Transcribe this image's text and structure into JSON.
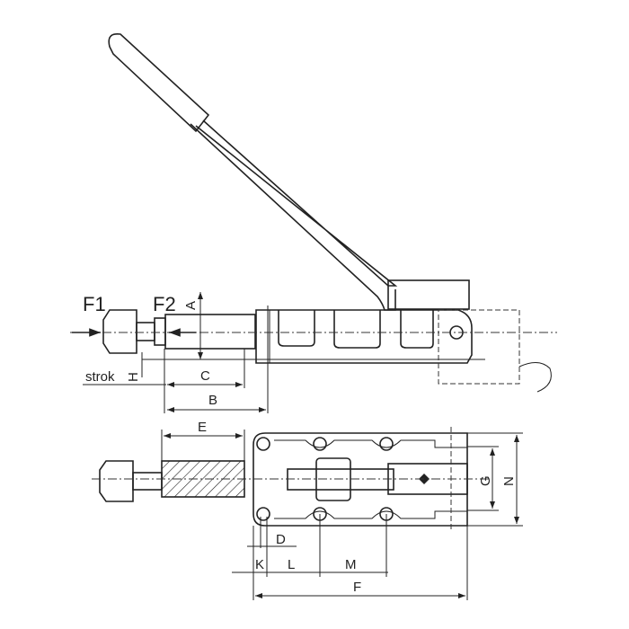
{
  "labels": {
    "f1": "F1",
    "f2": "F2",
    "a": "A",
    "strok": "strok",
    "h": "H",
    "c": "C",
    "b": "B",
    "e": "E",
    "g": "G",
    "n": "N",
    "d": "D",
    "k": "K",
    "l": "L",
    "m": "M",
    "f": "F"
  }
}
